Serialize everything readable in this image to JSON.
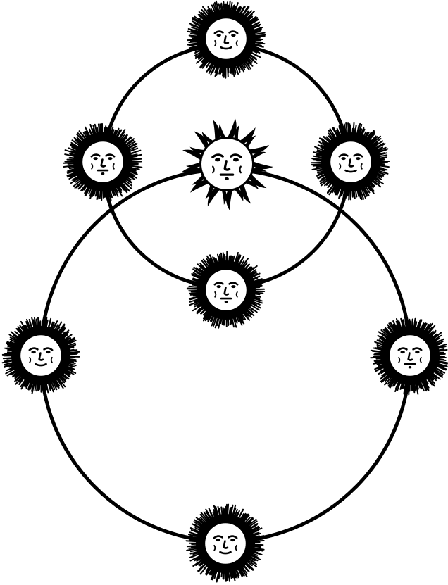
{
  "diagram": {
    "colors": {
      "ink": "#000000",
      "paper": "#ffffff"
    },
    "orbits": [
      {
        "name": "inner-orbit"
      },
      {
        "name": "outer-orbit"
      }
    ],
    "center_body": {
      "name": "sun-icon",
      "kind": "radiant-sun-face"
    },
    "bodies": [
      {
        "name": "inner-orbit-top-face-icon",
        "orbit": "inner",
        "kind": "shaggy-face"
      },
      {
        "name": "inner-orbit-left-face-icon",
        "orbit": "inner",
        "kind": "shaggy-face"
      },
      {
        "name": "inner-orbit-right-face-icon",
        "orbit": "inner",
        "kind": "shaggy-face"
      },
      {
        "name": "inner-orbit-bottom-face-icon",
        "orbit": "inner",
        "kind": "shaggy-face"
      },
      {
        "name": "outer-orbit-left-face-icon",
        "orbit": "outer",
        "kind": "shaggy-face"
      },
      {
        "name": "outer-orbit-right-face-icon",
        "orbit": "outer",
        "kind": "shaggy-face"
      },
      {
        "name": "outer-orbit-bottom-face-icon",
        "orbit": "outer",
        "kind": "shaggy-face"
      }
    ]
  }
}
